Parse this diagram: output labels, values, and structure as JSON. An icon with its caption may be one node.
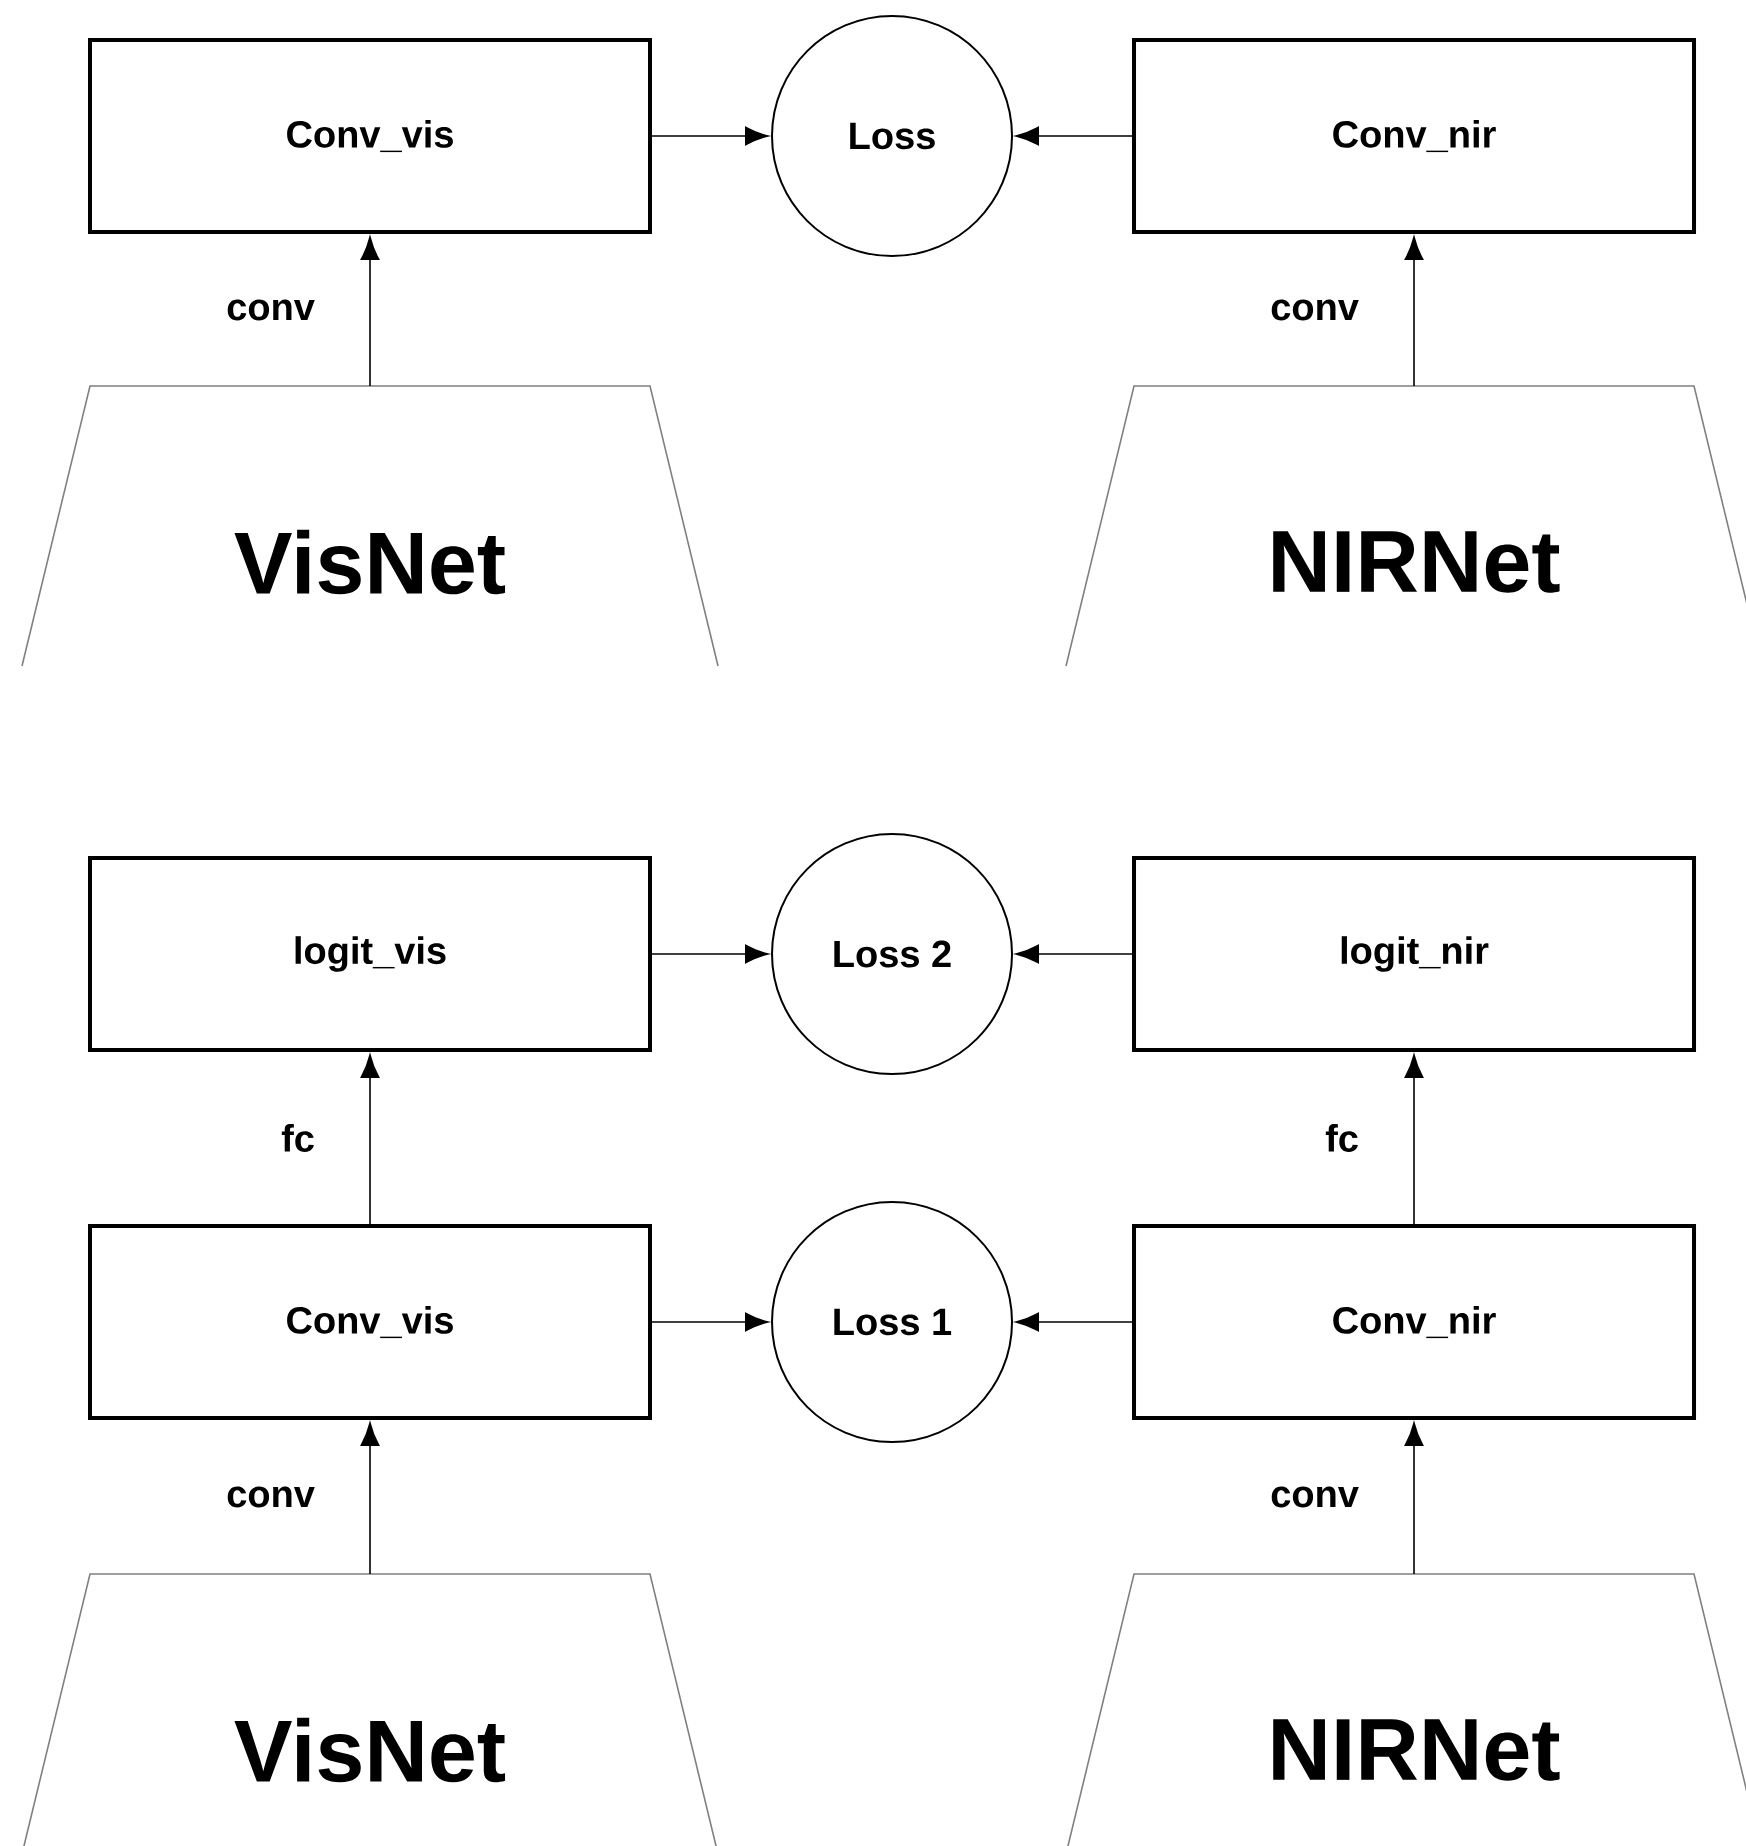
{
  "diagram": {
    "nodes": [
      {
        "text": [
          "Conv_vis"
        ]
      },
      {
        "text": [
          "Loss"
        ]
      },
      {
        "text": [
          "Conv_nir"
        ]
      },
      {
        "text": [
          "VisNet"
        ]
      },
      {
        "text": [
          "NIRNet"
        ]
      },
      {
        "text": [
          "logit_vis"
        ]
      },
      {
        "text": [
          "Loss 2"
        ]
      },
      {
        "text": [
          "logit_nir"
        ]
      },
      {
        "text": [
          "Conv_vis"
        ]
      },
      {
        "text": [
          "Loss 1"
        ]
      },
      {
        "text": [
          "Conv_nir"
        ]
      },
      {
        "text": [
          "VisNet"
        ]
      },
      {
        "text": [
          "NIRNet"
        ]
      }
    ],
    "edges": [
      {
        "from": 0,
        "to": 1,
        "arrow": "to"
      },
      {
        "from": 2,
        "to": 1,
        "arrow": "to"
      },
      {
        "from": 3,
        "to": 0,
        "arrow": "to",
        "label": "conv"
      },
      {
        "from": 4,
        "to": 2,
        "arrow": "to",
        "label": "conv"
      },
      {
        "from": 5,
        "to": 6,
        "arrow": "to"
      },
      {
        "from": 7,
        "to": 6,
        "arrow": "to"
      },
      {
        "from": 8,
        "to": 5,
        "arrow": "to",
        "label": "fc"
      },
      {
        "from": 10,
        "to": 7,
        "arrow": "to",
        "label": "fc"
      },
      {
        "from": 8,
        "to": 9,
        "arrow": "to"
      },
      {
        "from": 10,
        "to": 9,
        "arrow": "to"
      },
      {
        "from": 11,
        "to": 8,
        "arrow": "to",
        "label": "conv"
      },
      {
        "from": 12,
        "to": 10,
        "arrow": "to",
        "label": "conv"
      }
    ]
  }
}
